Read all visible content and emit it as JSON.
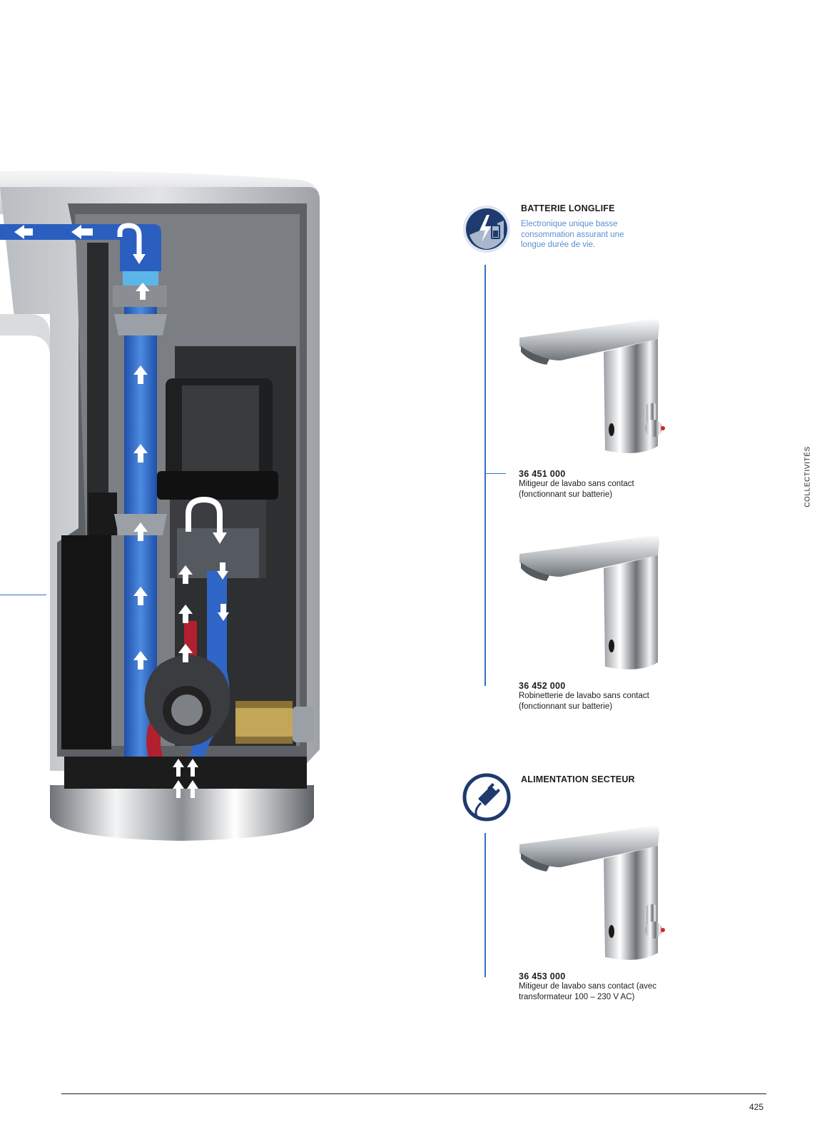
{
  "features": {
    "battery": {
      "title": "BATTERIE LONGLIFE",
      "description": "Electronique unique basse consommation assurant une longue durée de vie.",
      "icon": "lightning-battery-icon"
    },
    "mains": {
      "title": "ALIMENTATION SECTEUR",
      "icon": "power-plug-icon"
    }
  },
  "products": [
    {
      "code": "36 451 000",
      "description": "Mitigeur de lavabo sans contact (fonctionnant sur batterie)"
    },
    {
      "code": "36 452 000",
      "description": "Robinetterie de lavabo sans contact (fonctionnant sur batterie)"
    },
    {
      "code": "36 453 000",
      "description": "Mitigeur de lavabo sans contact (avec transformateur 100 – 230 V AC)"
    }
  ],
  "section_tab": "COLLECTIVITÉS",
  "page_number": "425",
  "colors": {
    "accent_blue": "#2f6fc0",
    "icon_navy": "#1e3a6e",
    "cold_water": "#2f66c8",
    "hot_water": "#b0202e"
  }
}
